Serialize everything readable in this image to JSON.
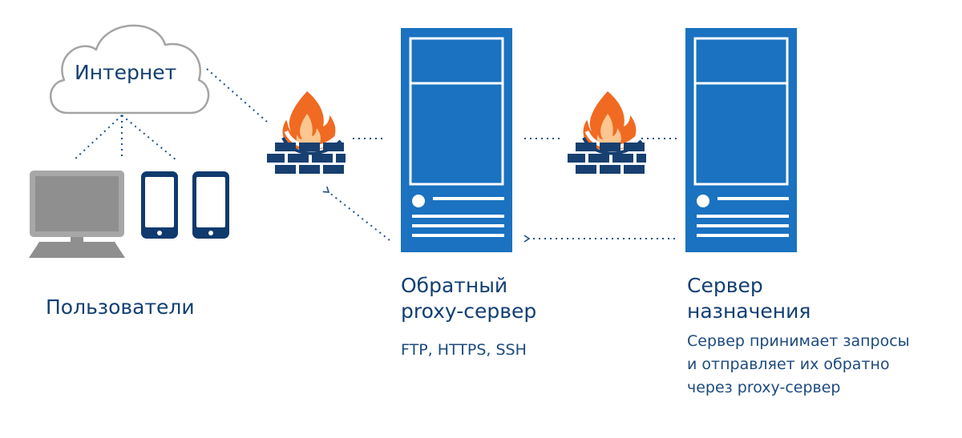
{
  "internet": {
    "label": "Интернет"
  },
  "users": {
    "label": "Пользователи"
  },
  "reverse_proxy": {
    "title_line1": "Обратный",
    "title_line2": "proxy-сервер",
    "protocols": "FTP, HTTPS, SSH"
  },
  "destination_server": {
    "title_line1": "Сервер",
    "title_line2": "назначения",
    "desc_line1": "Сервер принимает запросы",
    "desc_line2": "и отправляет их обратно",
    "desc_line3": "через proxy-сервер"
  },
  "colors": {
    "server_blue": "#1a72c0",
    "server_dark": "#1a63ad",
    "text_navy": "#123f73",
    "device_gray": "#8f8f8f",
    "device_gray_light": "#a7a7a7",
    "phone_navy": "#0f3a6e",
    "firewall_navy": "#173f70",
    "flame_orange": "#f06a22",
    "flame_light": "#fbc690",
    "cloud_stroke": "#a4a4a4",
    "dots": "#1a4f88"
  },
  "icons": {
    "cloud": "cloud-icon",
    "laptop": "laptop-icon",
    "phone": "smartphone-icon",
    "firewall": "firewall-icon",
    "server": "server-tower-icon"
  }
}
